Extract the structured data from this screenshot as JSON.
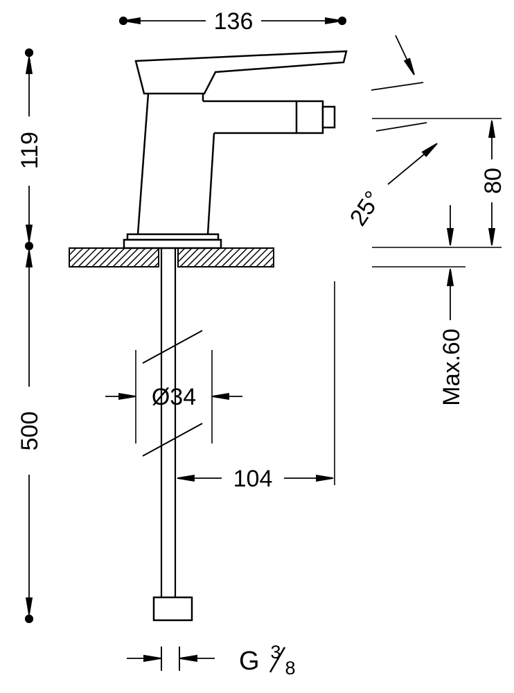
{
  "colors": {
    "line": "#000000",
    "background": "#ffffff"
  },
  "dimensions": {
    "width": "136",
    "height_above_deck": "119",
    "hose_length": "500",
    "spout_height": "80",
    "angle": "25°",
    "max_deck_thickness": "Max.60",
    "shank_diameter": "Ø34",
    "spout_reach": "104",
    "thread": {
      "prefix": "G",
      "numerator": "3",
      "denominator": "8"
    }
  }
}
